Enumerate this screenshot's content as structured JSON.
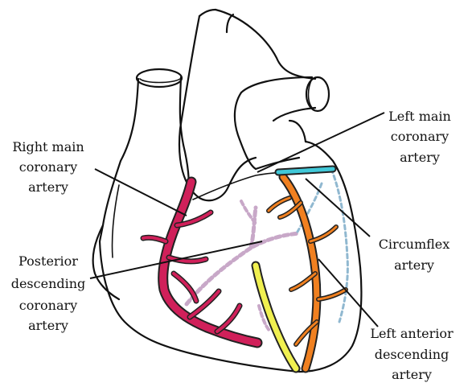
{
  "labels": {
    "right_main_coronary_artery": [
      "Right main",
      "coronary",
      "artery"
    ],
    "posterior_descending_coronary_artery": [
      "Posterior",
      "descending",
      "coronary",
      "artery"
    ],
    "left_main_coronary_artery": [
      "Left main",
      "coronary",
      "artery"
    ],
    "circumflex_artery": [
      "Circumflex",
      "artery"
    ],
    "left_anterior_descending_artery": [
      "Left anterior",
      "descending",
      "artery"
    ]
  },
  "colors": {
    "right_coronary": "#d0205a",
    "left_anterior_descending": "#f08020",
    "left_main": "#40c8d8",
    "posterior_descending": "#f0f050",
    "posterior_veins": "#c8a8c8",
    "circumflex_dashed": "#90b8d0"
  }
}
